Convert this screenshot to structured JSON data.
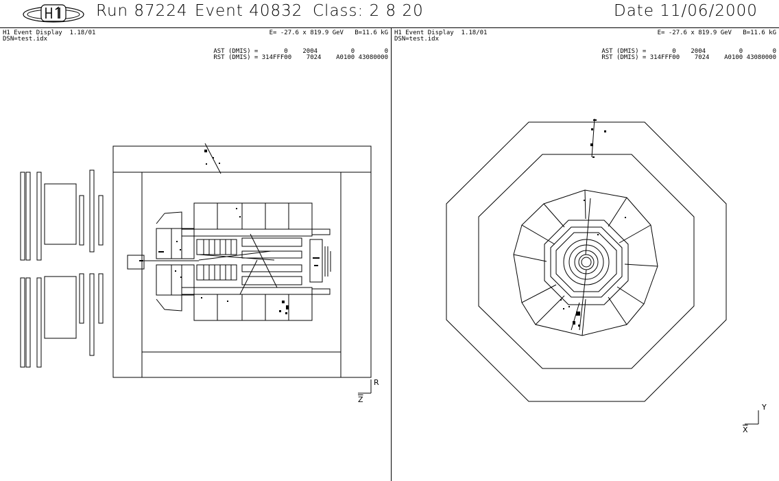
{
  "header": {
    "run": "Run 87224",
    "event": "Event 40832",
    "class": "Class: 2 8 20",
    "date": "Date 11/06/2000"
  },
  "panels": [
    {
      "id": "rz-view",
      "title": "H1 Event Display  1.18/01",
      "dsn": "DSN=test.idx",
      "energy": "E= -27.6 x 819.9 GeV   B=11.6 kG",
      "ast": "AST (DMIS) =       0    2004         0        0",
      "rst": "RST (DMIS) = 314FFF00    7024    A0100 43080000",
      "axis_vertical": "R",
      "axis_horizontal": "Z"
    },
    {
      "id": "xy-view",
      "title": "H1 Event Display  1.18/01",
      "dsn": "DSN=test.idx",
      "energy": "E= -27.6 x 819.9 GeV   B=11.6 kG",
      "ast": "AST (DMIS) =       0    2004         0        0",
      "rst": "RST (DMIS) = 314FFF00    7024    A0100 43080000",
      "axis_vertical": "Y",
      "axis_horizontal": "X"
    }
  ],
  "colors": {
    "ink": "#000000",
    "background": "#ffffff"
  }
}
